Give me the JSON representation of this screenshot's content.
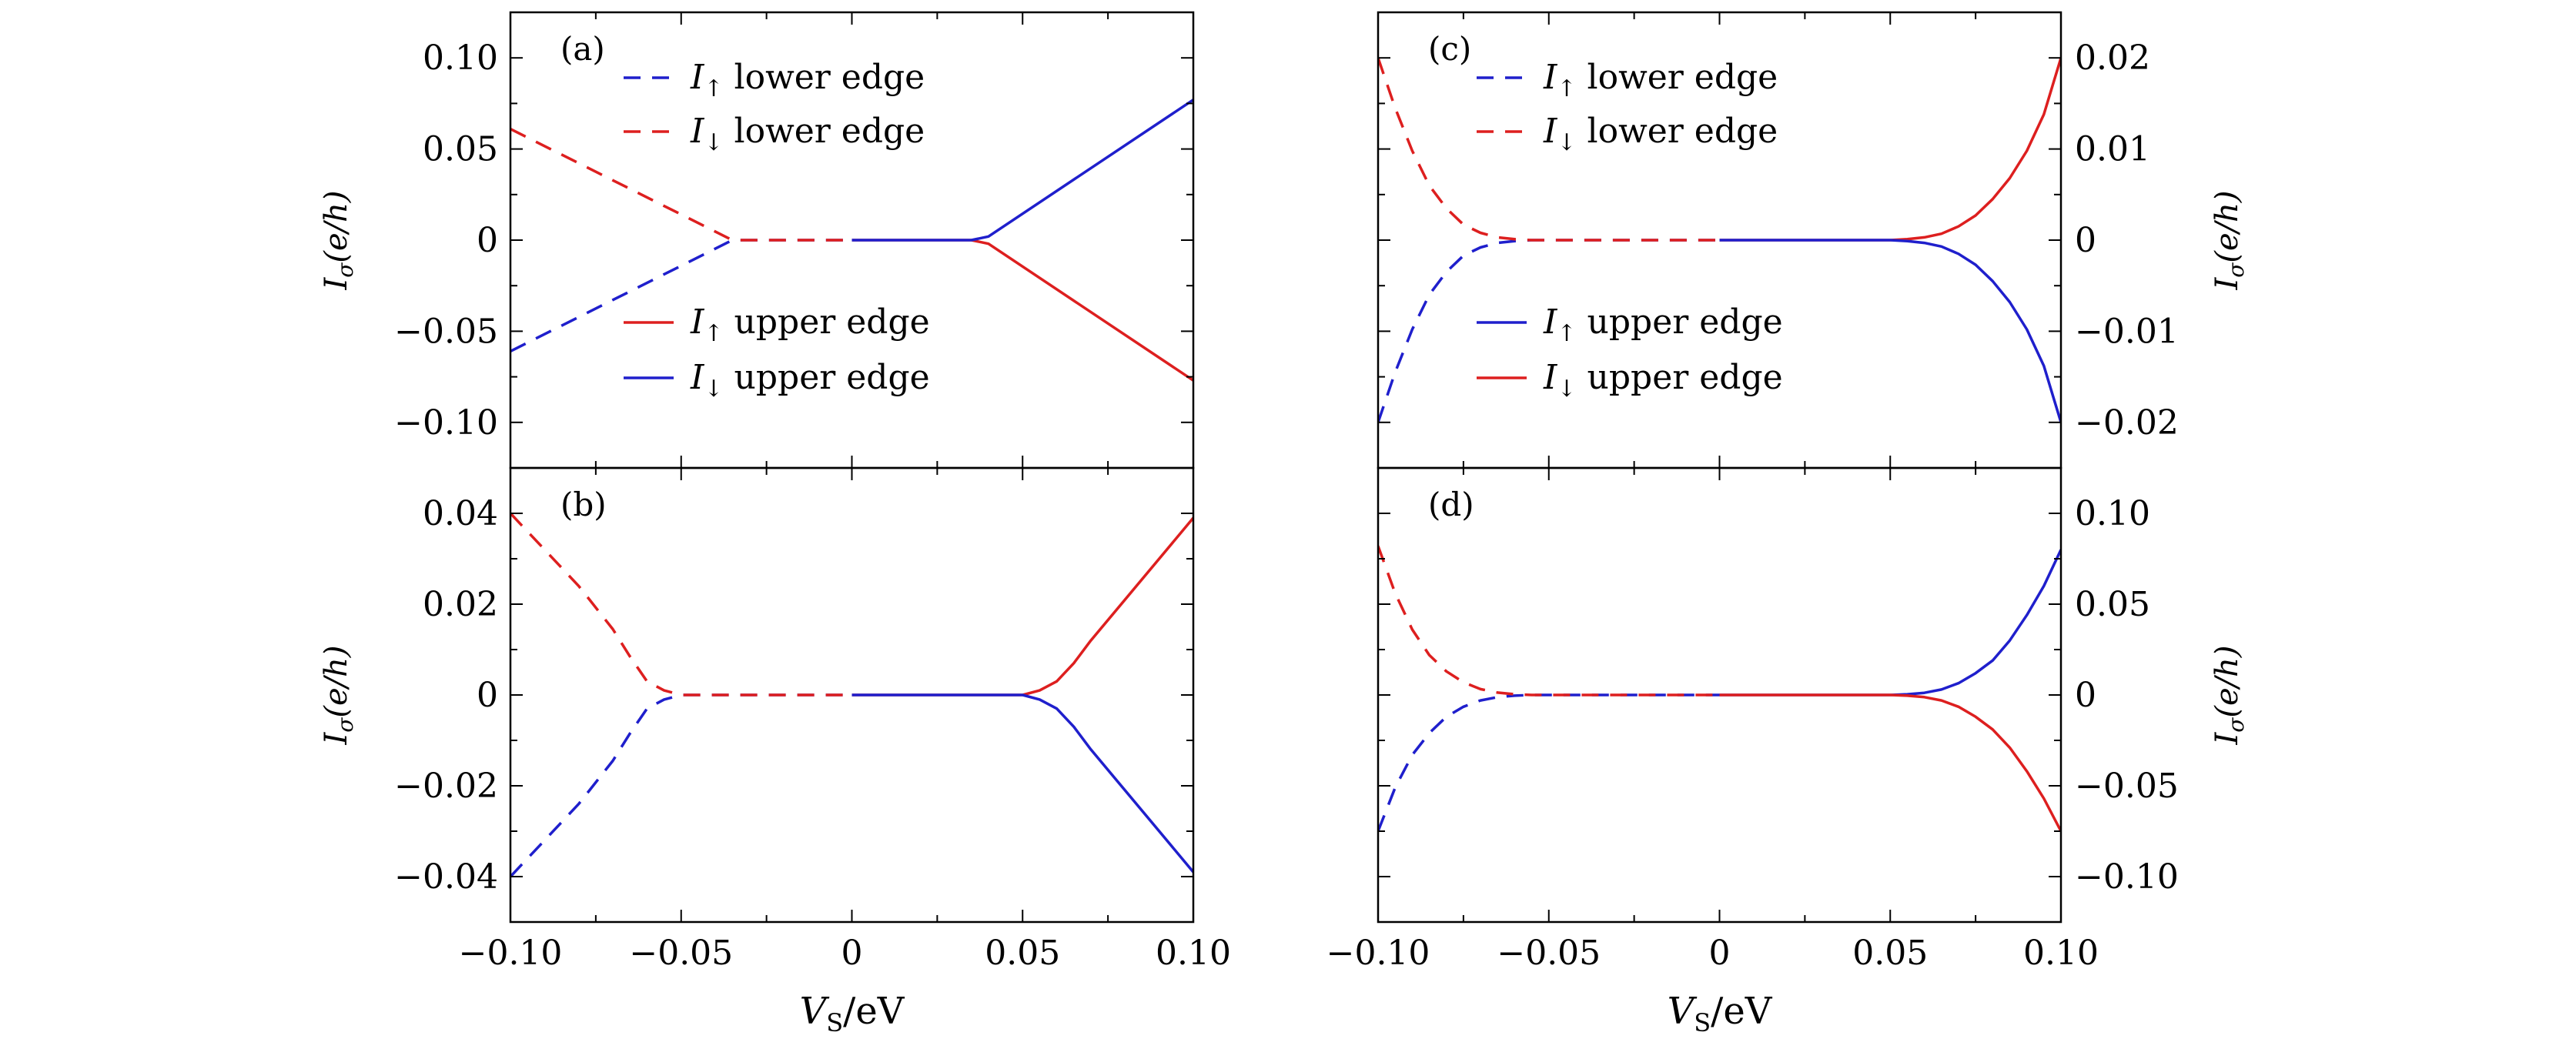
{
  "colors": {
    "blue": "#1f1fcc",
    "red": "#dd1f1f",
    "frame": "#000000"
  },
  "ylabel_sym": "I",
  "ylabel_sub": "σ",
  "ylabel_unit": "(e/h)",
  "xlabel_sym": "V",
  "xlabel_sub": "S",
  "xlabel_unit": "/eV",
  "x_ticks": [
    "−0.10",
    "−0.05",
    "0",
    "0.05",
    "0.10"
  ],
  "chart_data": [
    {
      "type": "line",
      "panel": "(a)",
      "xlim": [
        -0.1,
        0.1
      ],
      "ylim": [
        -0.125,
        0.125
      ],
      "yticks": [
        -0.1,
        -0.05,
        0,
        0.05,
        0.1
      ],
      "ytick_labels": [
        "−0.10",
        "−0.05",
        "0",
        "0.05",
        "0.10"
      ],
      "ytick_side": "left",
      "legend": [
        {
          "sym": "I",
          "sub": "↑",
          "text": "lower edge",
          "color": "blue",
          "dash": true
        },
        {
          "sym": "I",
          "sub": "↓",
          "text": "lower edge",
          "color": "red",
          "dash": true
        },
        {
          "sym": "I",
          "sub": "↑",
          "text": "upper edge",
          "color": "red",
          "dash": false
        },
        {
          "sym": "I",
          "sub": "↓",
          "text": "upper edge",
          "color": "blue",
          "dash": false
        }
      ],
      "series": [
        {
          "color": "blue",
          "dash": true,
          "x": [
            -0.1,
            -0.035,
            0
          ],
          "y": [
            -0.061,
            0,
            0
          ]
        },
        {
          "color": "red",
          "dash": true,
          "x": [
            -0.1,
            -0.035,
            0
          ],
          "y": [
            0.061,
            0,
            0
          ]
        },
        {
          "color": "red",
          "dash": false,
          "x": [
            0,
            0.035,
            0.04,
            0.1
          ],
          "y": [
            0,
            0,
            -0.002,
            -0.077
          ]
        },
        {
          "color": "blue",
          "dash": false,
          "x": [
            0,
            0.035,
            0.04,
            0.1
          ],
          "y": [
            0,
            0,
            0.002,
            0.077
          ]
        }
      ]
    },
    {
      "type": "line",
      "panel": "(b)",
      "xlim": [
        -0.1,
        0.1
      ],
      "ylim": [
        -0.05,
        0.05
      ],
      "yticks": [
        -0.04,
        -0.02,
        0,
        0.02,
        0.04
      ],
      "ytick_labels": [
        "−0.04",
        "−0.02",
        "0",
        "0.02",
        "0.04"
      ],
      "ytick_side": "left",
      "legend": [],
      "series": [
        {
          "color": "blue",
          "dash": true,
          "x": [
            -0.1,
            -0.09,
            -0.08,
            -0.07,
            -0.065,
            -0.06,
            -0.055,
            -0.05,
            0
          ],
          "y": [
            -0.04,
            -0.032,
            -0.024,
            -0.0145,
            -0.0085,
            -0.003,
            -0.001,
            0,
            0
          ]
        },
        {
          "color": "red",
          "dash": true,
          "x": [
            -0.1,
            -0.09,
            -0.08,
            -0.07,
            -0.065,
            -0.06,
            -0.055,
            -0.05,
            0
          ],
          "y": [
            0.04,
            0.032,
            0.024,
            0.0145,
            0.0085,
            0.003,
            0.001,
            0,
            0
          ]
        },
        {
          "color": "red",
          "dash": false,
          "x": [
            0,
            0.05,
            0.055,
            0.06,
            0.065,
            0.07,
            0.08,
            0.09,
            0.1
          ],
          "y": [
            0,
            0,
            0.001,
            0.003,
            0.007,
            0.012,
            0.021,
            0.03,
            0.039
          ]
        },
        {
          "color": "blue",
          "dash": false,
          "x": [
            0,
            0.05,
            0.055,
            0.06,
            0.065,
            0.07,
            0.08,
            0.09,
            0.1
          ],
          "y": [
            0,
            0,
            -0.001,
            -0.003,
            -0.007,
            -0.012,
            -0.021,
            -0.03,
            -0.039
          ]
        }
      ]
    },
    {
      "type": "line",
      "panel": "(c)",
      "xlim": [
        -0.1,
        0.1
      ],
      "ylim": [
        -0.025,
        0.025
      ],
      "yticks": [
        -0.02,
        -0.01,
        0,
        0.01,
        0.02
      ],
      "ytick_labels": [
        "−0.02",
        "−0.01",
        "0",
        "0.01",
        "0.02"
      ],
      "ytick_side": "right",
      "legend": [
        {
          "sym": "I",
          "sub": "↑",
          "text": "lower edge",
          "color": "blue",
          "dash": true
        },
        {
          "sym": "I",
          "sub": "↓",
          "text": "lower edge",
          "color": "red",
          "dash": true
        },
        {
          "sym": "I",
          "sub": "↑",
          "text": "upper edge",
          "color": "blue",
          "dash": false
        },
        {
          "sym": "I",
          "sub": "↓",
          "text": "upper edge",
          "color": "red",
          "dash": false
        }
      ],
      "series": [
        {
          "color": "blue",
          "dash": true,
          "x": [
            -0.1,
            -0.095,
            -0.09,
            -0.085,
            -0.08,
            -0.075,
            -0.07,
            -0.065,
            -0.06,
            -0.055,
            0
          ],
          "y": [
            -0.02,
            -0.0145,
            -0.0098,
            -0.006,
            -0.0035,
            -0.0017,
            -0.0008,
            -0.0003,
            -0.0001,
            0,
            0
          ]
        },
        {
          "color": "red",
          "dash": true,
          "x": [
            -0.1,
            -0.095,
            -0.09,
            -0.085,
            -0.08,
            -0.075,
            -0.07,
            -0.065,
            -0.06,
            -0.055,
            0
          ],
          "y": [
            0.02,
            0.0145,
            0.0098,
            0.006,
            0.0035,
            0.0017,
            0.0008,
            0.0003,
            0.0001,
            0,
            0
          ]
        },
        {
          "color": "red",
          "dash": false,
          "x": [
            0,
            0.05,
            0.055,
            0.06,
            0.065,
            0.07,
            0.075,
            0.08,
            0.085,
            0.09,
            0.095,
            0.1
          ],
          "y": [
            0,
            0,
            0.0001,
            0.0003,
            0.0007,
            0.0015,
            0.0027,
            0.0045,
            0.0068,
            0.0098,
            0.0138,
            0.02
          ]
        },
        {
          "color": "blue",
          "dash": false,
          "x": [
            0,
            0.05,
            0.055,
            0.06,
            0.065,
            0.07,
            0.075,
            0.08,
            0.085,
            0.09,
            0.095,
            0.1
          ],
          "y": [
            0,
            0,
            -0.0001,
            -0.0003,
            -0.0007,
            -0.0015,
            -0.0027,
            -0.0045,
            -0.0068,
            -0.0098,
            -0.0138,
            -0.02
          ]
        }
      ]
    },
    {
      "type": "line",
      "panel": "(d)",
      "xlim": [
        -0.1,
        0.1
      ],
      "ylim": [
        -0.125,
        0.125
      ],
      "yticks": [
        -0.1,
        -0.05,
        0,
        0.05,
        0.1
      ],
      "ytick_labels": [
        "−0.10",
        "−0.05",
        "0",
        "0.05",
        "0.10"
      ],
      "ytick_side": "right",
      "legend": [],
      "series": [
        {
          "color": "blue",
          "dash": true,
          "x": [
            -0.1,
            -0.095,
            -0.09,
            -0.085,
            -0.08,
            -0.075,
            -0.07,
            -0.065,
            -0.06,
            -0.055,
            0
          ],
          "y": [
            -0.075,
            -0.051,
            -0.033,
            -0.021,
            -0.012,
            -0.0065,
            -0.003,
            -0.0012,
            -0.0004,
            0,
            0
          ]
        },
        {
          "color": "red",
          "dash": true,
          "x": [
            -0.1,
            -0.095,
            -0.09,
            -0.085,
            -0.08,
            -0.075,
            -0.07,
            -0.065,
            -0.06,
            -0.055,
            0
          ],
          "y": [
            0.082,
            0.056,
            0.036,
            0.022,
            0.013,
            0.007,
            0.0032,
            0.0013,
            0.0004,
            0,
            0
          ]
        },
        {
          "color": "blue",
          "dash": false,
          "x": [
            0,
            0.05,
            0.055,
            0.06,
            0.065,
            0.07,
            0.075,
            0.08,
            0.085,
            0.09,
            0.095,
            0.1
          ],
          "y": [
            0,
            0,
            0.0004,
            0.0012,
            0.003,
            0.0065,
            0.012,
            0.019,
            0.03,
            0.044,
            0.06,
            0.08
          ]
        },
        {
          "color": "red",
          "dash": false,
          "x": [
            0,
            0.05,
            0.055,
            0.06,
            0.065,
            0.07,
            0.075,
            0.08,
            0.085,
            0.09,
            0.095,
            0.1
          ],
          "y": [
            0,
            0,
            -0.0004,
            -0.0012,
            -0.003,
            -0.0065,
            -0.012,
            -0.019,
            -0.029,
            -0.042,
            -0.057,
            -0.075
          ]
        }
      ]
    }
  ]
}
